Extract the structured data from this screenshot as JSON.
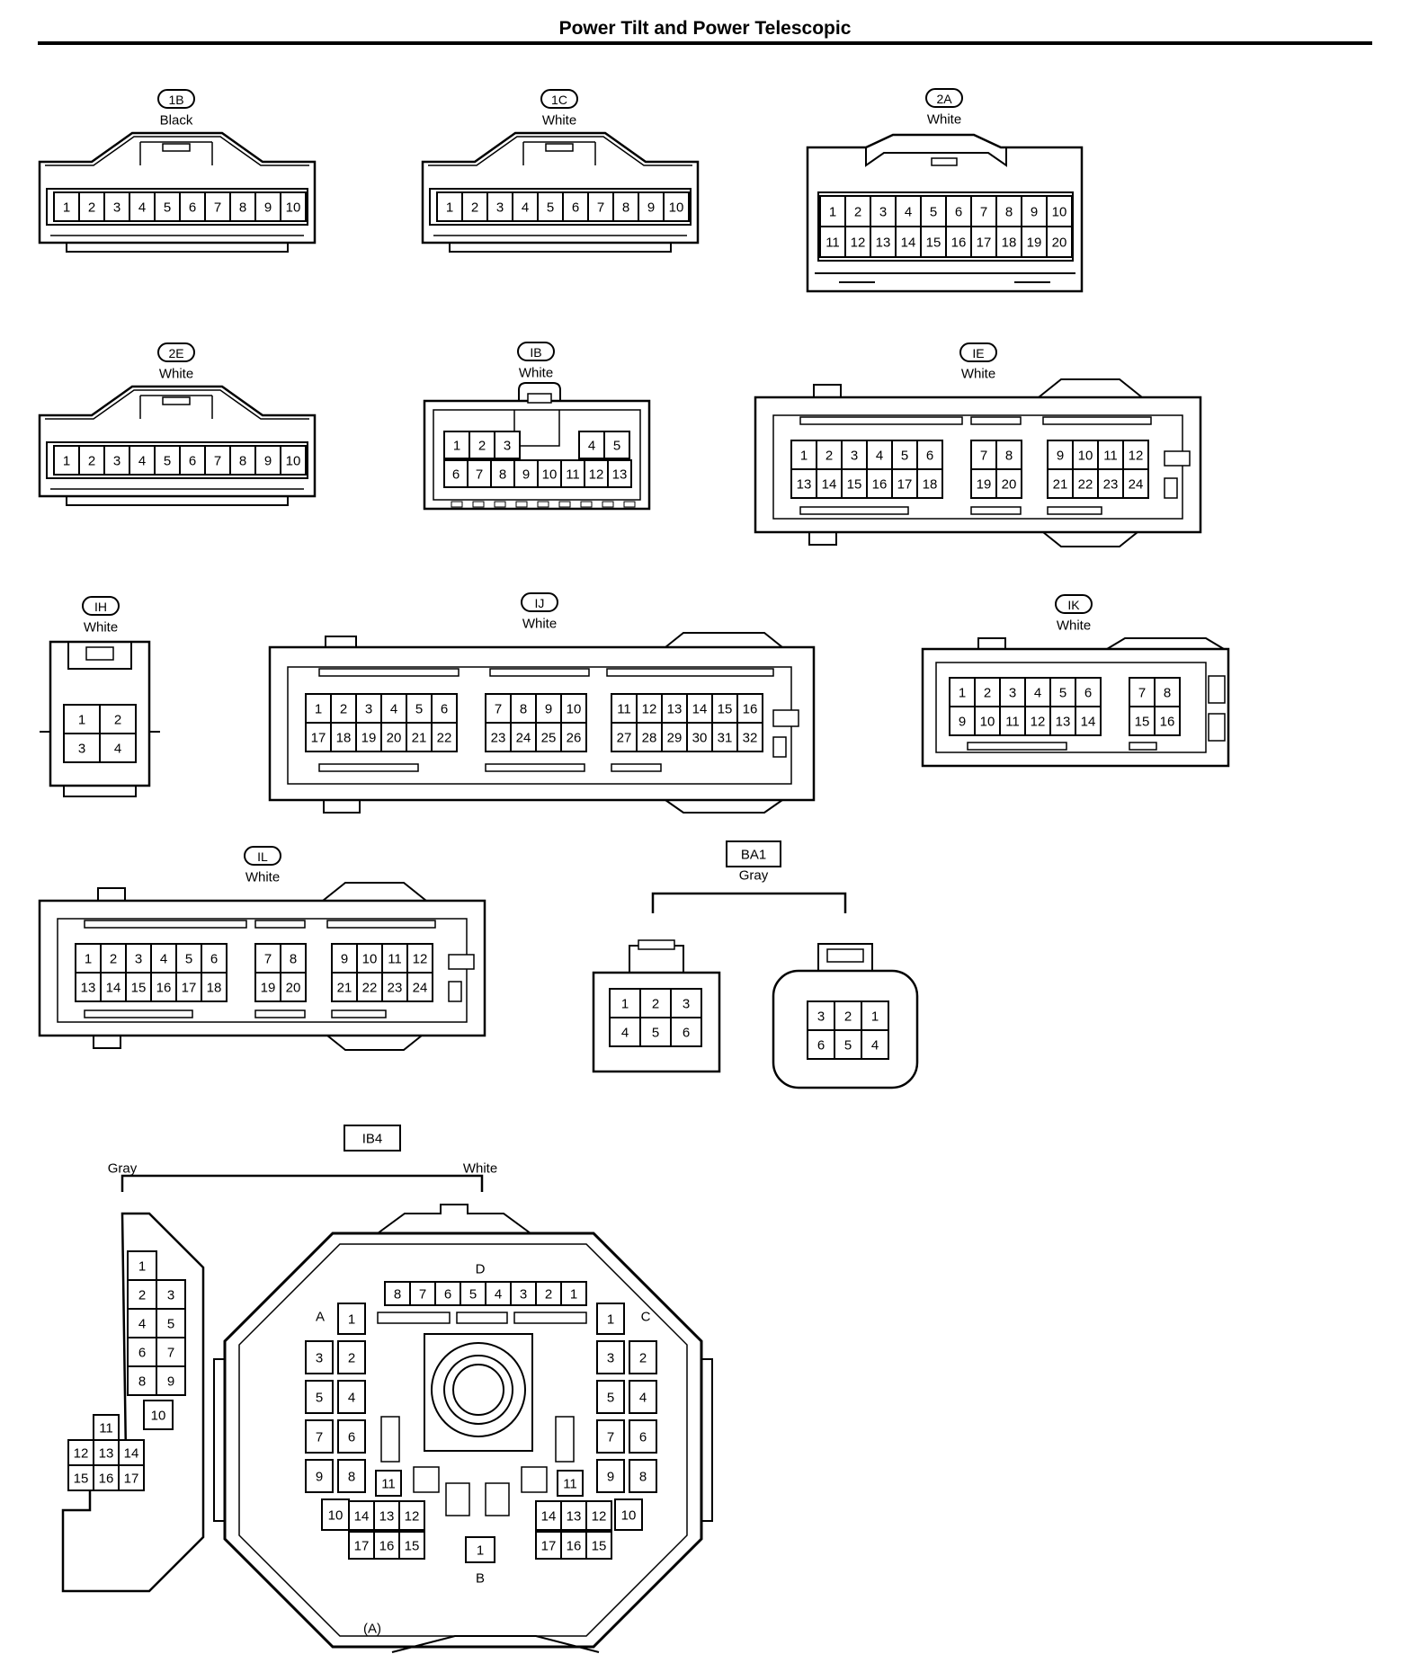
{
  "title": "Power Tilt and Power Telescopic",
  "connectors": [
    {
      "id": "1B",
      "color": "Black",
      "pins": [
        "1",
        "2",
        "3",
        "4",
        "5",
        "6",
        "7",
        "8",
        "9",
        "10"
      ]
    },
    {
      "id": "1C",
      "color": "White",
      "pins": [
        "1",
        "2",
        "3",
        "4",
        "5",
        "6",
        "7",
        "8",
        "9",
        "10"
      ]
    },
    {
      "id": "2A",
      "color": "White",
      "rows": [
        [
          "1",
          "2",
          "3",
          "4",
          "5",
          "6",
          "7",
          "8",
          "9",
          "10"
        ],
        [
          "11",
          "12",
          "13",
          "14",
          "15",
          "16",
          "17",
          "18",
          "19",
          "20"
        ]
      ]
    },
    {
      "id": "2E",
      "color": "White",
      "pins": [
        "1",
        "2",
        "3",
        "4",
        "5",
        "6",
        "7",
        "8",
        "9",
        "10"
      ]
    },
    {
      "id": "IB",
      "color": "White",
      "rows": [
        [
          "1",
          "2",
          "3",
          "4",
          "5"
        ],
        [
          "6",
          "7",
          "8",
          "9",
          "10",
          "11",
          "12",
          "13"
        ]
      ]
    },
    {
      "id": "IE",
      "color": "White",
      "groups": [
        [
          [
            "1",
            "2",
            "3",
            "4",
            "5",
            "6"
          ],
          [
            "13",
            "14",
            "15",
            "16",
            "17",
            "18"
          ]
        ],
        [
          [
            "7",
            "8"
          ],
          [
            "19",
            "20"
          ]
        ],
        [
          [
            "9",
            "10",
            "11",
            "12"
          ],
          [
            "21",
            "22",
            "23",
            "24"
          ]
        ]
      ]
    },
    {
      "id": "IH",
      "color": "White",
      "rows": [
        [
          "1",
          "2"
        ],
        [
          "3",
          "4"
        ]
      ]
    },
    {
      "id": "IJ",
      "color": "White",
      "groups": [
        [
          [
            "1",
            "2",
            "3",
            "4",
            "5",
            "6"
          ],
          [
            "17",
            "18",
            "19",
            "20",
            "21",
            "22"
          ]
        ],
        [
          [
            "7",
            "8",
            "9",
            "10"
          ],
          [
            "23",
            "24",
            "25",
            "26"
          ]
        ],
        [
          [
            "11",
            "12",
            "13",
            "14",
            "15",
            "16"
          ],
          [
            "27",
            "28",
            "29",
            "30",
            "31",
            "32"
          ]
        ]
      ]
    },
    {
      "id": "IK",
      "color": "White",
      "groups": [
        [
          [
            "1",
            "2",
            "3",
            "4",
            "5",
            "6"
          ],
          [
            "9",
            "10",
            "11",
            "12",
            "13",
            "14"
          ]
        ],
        [
          [
            "7",
            "8"
          ],
          [
            "15",
            "16"
          ]
        ]
      ]
    },
    {
      "id": "IL",
      "color": "White",
      "groups": [
        [
          [
            "1",
            "2",
            "3",
            "4",
            "5",
            "6"
          ],
          [
            "13",
            "14",
            "15",
            "16",
            "17",
            "18"
          ]
        ],
        [
          [
            "7",
            "8"
          ],
          [
            "19",
            "20"
          ]
        ],
        [
          [
            "9",
            "10",
            "11",
            "12"
          ],
          [
            "21",
            "22",
            "23",
            "24"
          ]
        ]
      ]
    },
    {
      "id": "BA1",
      "color": "Gray",
      "left_rows": [
        [
          "1",
          "2",
          "3"
        ],
        [
          "4",
          "5",
          "6"
        ]
      ],
      "right_rows": [
        [
          "3",
          "2",
          "1"
        ],
        [
          "6",
          "5",
          "4"
        ]
      ]
    },
    {
      "id": "IB4",
      "left_color": "Gray",
      "right_color": "White",
      "note": "(A)",
      "left_pins": [
        "1",
        "2",
        "3",
        "4",
        "5",
        "6",
        "7",
        "8",
        "9",
        "10",
        "11",
        "12",
        "13",
        "14",
        "15",
        "16",
        "17"
      ],
      "section_d": [
        "8",
        "7",
        "6",
        "5",
        "4",
        "3",
        "2",
        "1"
      ],
      "section_a": [
        "1",
        "3",
        "2",
        "5",
        "4",
        "7",
        "6",
        "9",
        "8",
        "11",
        "10",
        "14",
        "13",
        "12",
        "17",
        "16",
        "15"
      ],
      "section_c": [
        "1",
        "3",
        "2",
        "5",
        "4",
        "7",
        "6",
        "9",
        "8",
        "11",
        "14",
        "13",
        "12",
        "10",
        "17",
        "16",
        "15"
      ],
      "section_b": [
        "1"
      ],
      "labels": {
        "a": "A",
        "b": "B",
        "c": "C",
        "d": "D"
      }
    }
  ]
}
